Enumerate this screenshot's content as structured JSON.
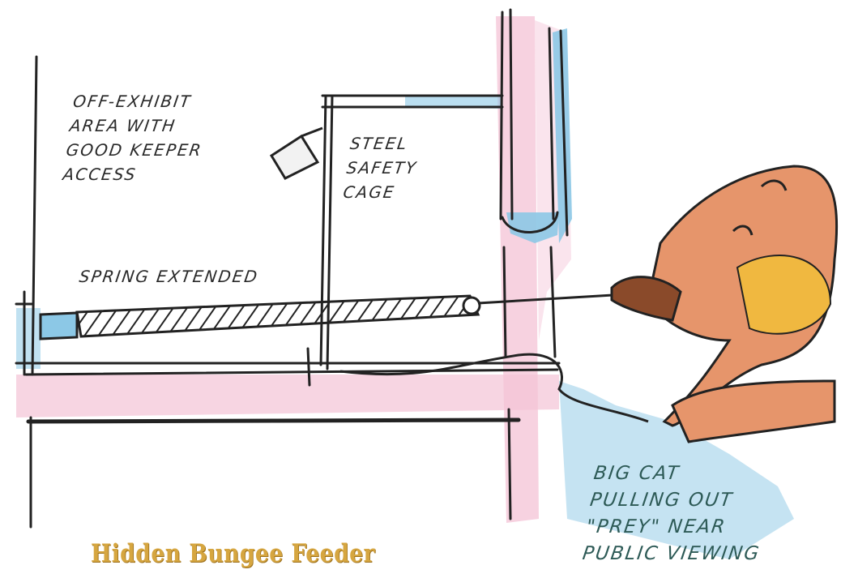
{
  "title": "Hidden Bungee Feeder",
  "labels": {
    "off_exhibit": [
      "OFF-EXHIBIT",
      "AREA WITH",
      "GOOD KEEPER",
      "ACCESS"
    ],
    "steel_cage": [
      "STEEL",
      "SAFETY",
      "CAGE"
    ],
    "spring": "SPRING EXTENDED",
    "big_cat": [
      "BIG CAT",
      "PULLING OUT",
      "\"PREY\" NEAR",
      "PUBLIC VIEWING"
    ]
  },
  "colors": {
    "ink": "#222222",
    "pink_wash": "#f4c3d6",
    "blue_wash": "#8cc8e6",
    "lion_fur": "#e6956b",
    "mane_yellow": "#f0b840",
    "title_gold": "#d6a640",
    "note_green": "#2d5a56"
  }
}
